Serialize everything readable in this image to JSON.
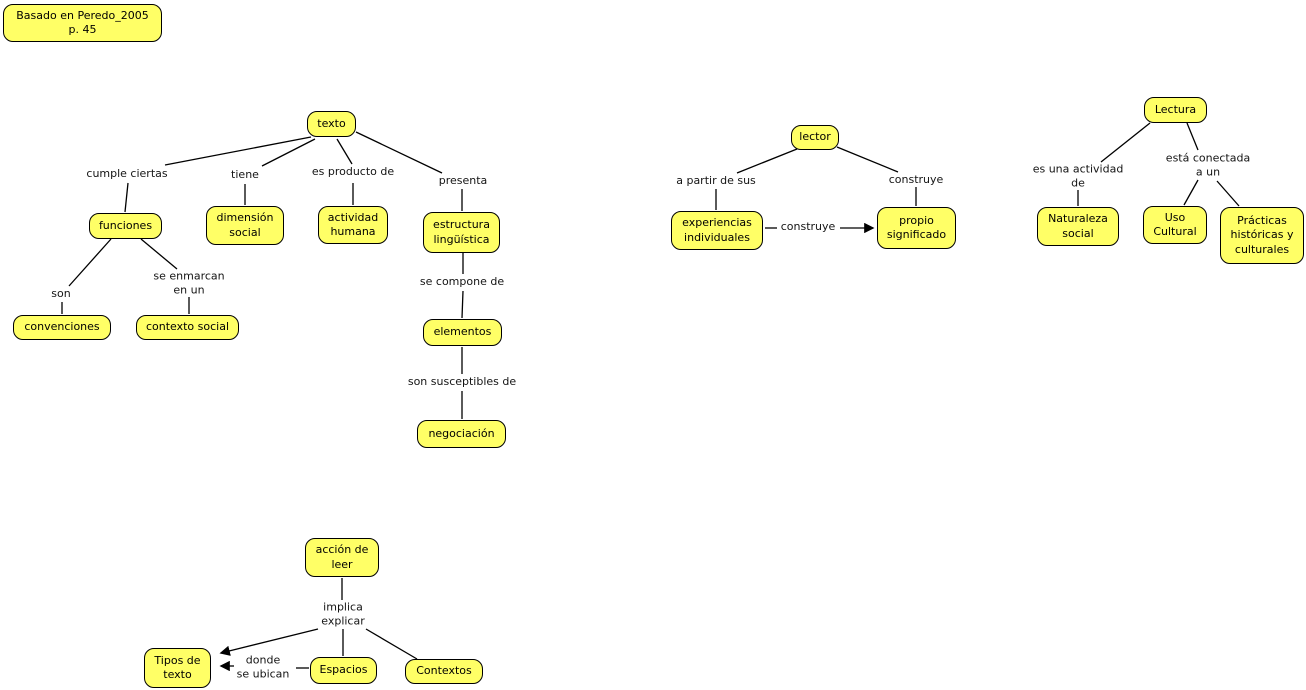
{
  "colors": {
    "canvas_background": "#FFFFFF",
    "node_fill": "#FFFF66",
    "node_border": "#000000",
    "connector_line": "#000000",
    "text": "#000000"
  },
  "source_note": "Basado en Peredo_2005\np. 45",
  "concepts": {
    "texto": "texto",
    "funciones": "funciones",
    "dimension_social": "dimensión\nsocial",
    "actividad_humana": "actividad\nhumana",
    "estructura_linguistica": "estructura\nlingüística",
    "convenciones": "convenciones",
    "contexto_social": "contexto social",
    "elementos": "elementos",
    "negociacion": "negociación",
    "lector": "lector",
    "experiencias_individuales": "experiencias\nindividuales",
    "propio_significado": "propio\nsignificado",
    "lectura": "Lectura",
    "naturaleza_social": "Naturaleza\nsocial",
    "uso_cultural": "Uso\nCultural",
    "practicas_historicas": "Prácticas\nhistóricas y\nculturales",
    "accion_de_leer": "acción de\nleer",
    "tipos_de_texto": "Tipos de\ntexto",
    "espacios": "Espacios",
    "contextos": "Contextos"
  },
  "link_phrases": {
    "cumple_ciertas": "cumple ciertas",
    "tiene": "tiene",
    "es_producto_de": "es producto de",
    "presenta": "presenta",
    "son": "son",
    "se_enmarcan_en_un": "se enmarcan\nen un",
    "se_compone_de": "se compone de",
    "son_susceptibles_de": "son susceptibles de",
    "a_partir_de_sus": "a partir de sus",
    "construye_lector": "construye",
    "construye_experiencias": "construye",
    "es_una_actividad_de": "es una actividad\nde",
    "esta_conectada_a_un": "está conectada\na un",
    "implica_explicar": "implica\nexplicar",
    "donde_se_ubican": "donde\nse ubican"
  }
}
